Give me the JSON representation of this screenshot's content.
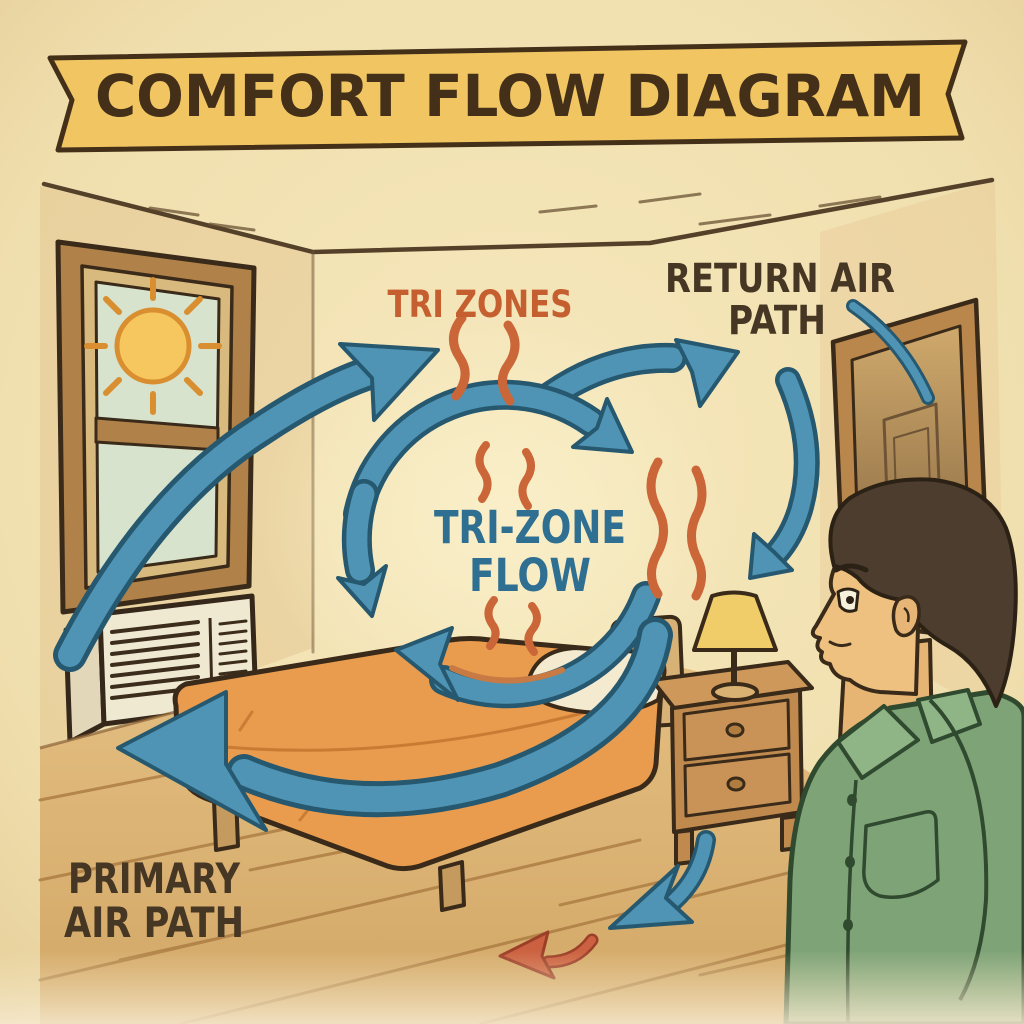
{
  "banner": {
    "title": "COMFORT FLOW DIAGRAM"
  },
  "labels": {
    "tri_zones": "TRI ZONES",
    "return_air": {
      "line1": "RETURN AIR",
      "line2": "PATH"
    },
    "tri_zone_flow": {
      "line1": "TRI-ZONE",
      "line2": "FLOW"
    },
    "primary_air": {
      "line1": "PRIMARY",
      "line2": "AIR PATH"
    }
  },
  "colors": {
    "paper": "#f2e2b2",
    "banner_fill": "#f1c662",
    "ink_brown": "#44321f",
    "label_orange": "#c65f30",
    "label_blue": "#2f6f92",
    "arrow_blue": "#4f94b4",
    "arrow_blue_outline": "#26586f",
    "heat_orange": "#cb6638",
    "red_arrow": "#c85a3a",
    "blanket_orange": "#e99b4e",
    "shirt_green": "#7ea377",
    "wood_brown": "#b9874b",
    "floor_tan": "#dcb578",
    "lamp_shade_yellow": "#f0cd68",
    "sun_yellow": "#f6c75e"
  },
  "scene": {
    "description": "Hand-drawn cartoon bedroom airflow diagram",
    "elements": [
      {
        "name": "window",
        "desc": "two-pane window with sun in left wall"
      },
      {
        "name": "sun-icon",
        "glyph": "circle with rays"
      },
      {
        "name": "air-conditioner",
        "desc": "wall-mounted AC unit with louvers"
      },
      {
        "name": "bed",
        "desc": "bed with orange blanket and headboard"
      },
      {
        "name": "pillow",
        "desc": "cream pillow"
      },
      {
        "name": "nightstand",
        "desc": "two-drawer wooden nightstand"
      },
      {
        "name": "table-lamp",
        "desc": "lamp with yellow shade"
      },
      {
        "name": "door",
        "desc": "wooden door on right wall"
      },
      {
        "name": "person",
        "desc": "man in green shirt, profile facing left"
      },
      {
        "name": "primary-airflow-arrow",
        "desc": "large blue arrow curving up from AC past window"
      },
      {
        "name": "ceiling-airflow-arrow",
        "desc": "blue arc flowing toward door"
      },
      {
        "name": "return-airflow-arrow",
        "desc": "blue arc descending by the door"
      },
      {
        "name": "door-return-curve",
        "desc": "thin blue curve over door"
      },
      {
        "name": "tri-zone-loop-arrows",
        "desc": "circular blue arrows around center label"
      },
      {
        "name": "bed-sweep-arrow",
        "desc": "wide blue arrow sweeping left across bed"
      },
      {
        "name": "floor-blue-arrow",
        "desc": "small blue arrow pointing down-left at floor"
      },
      {
        "name": "floor-red-arrow",
        "desc": "small red arrow pointing left at floor"
      },
      {
        "name": "heat-waves",
        "desc": "orange heat squiggle lines"
      }
    ]
  }
}
